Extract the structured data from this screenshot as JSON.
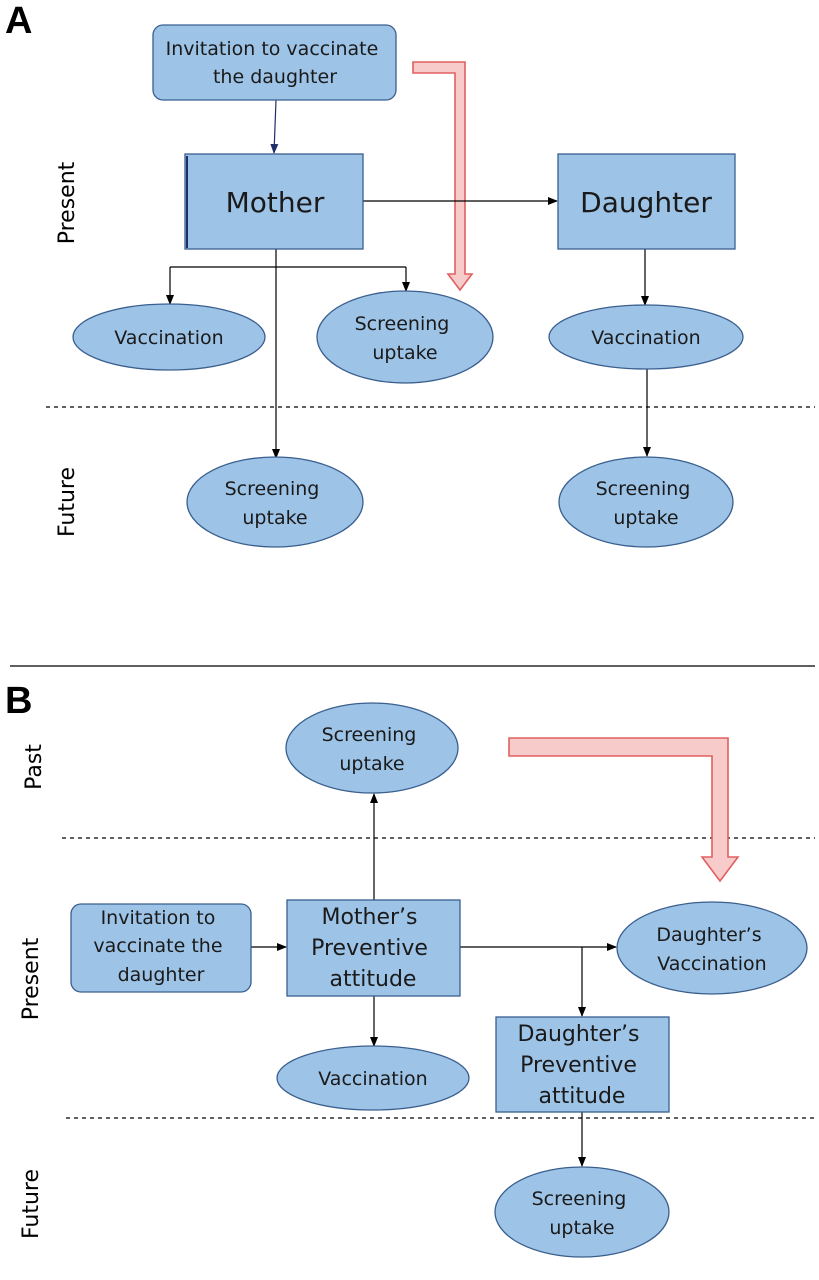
{
  "panel_a": {
    "label": "A",
    "time_labels": {
      "present": "Present",
      "future": "Future"
    },
    "invitation": [
      "Invitation to vaccinate",
      "the daughter"
    ],
    "mother": "Mother",
    "daughter": "Daughter",
    "mother_vaccination": "Vaccination",
    "mother_screening_present": [
      "Screening",
      "uptake"
    ],
    "mother_screening_future": [
      "Screening",
      "uptake"
    ],
    "daughter_vaccination": "Vaccination",
    "daughter_screening_future": [
      "Screening",
      "uptake"
    ]
  },
  "panel_b": {
    "label": "B",
    "time_labels": {
      "past": "Past",
      "present": "Present",
      "future": "Future"
    },
    "screening_past": [
      "Screening",
      "uptake"
    ],
    "invitation": [
      "Invitation to",
      "vaccinate the",
      "daughter"
    ],
    "mother_attitude": [
      "Mother’s",
      "Preventive",
      "attitude"
    ],
    "daughter_vaccination": [
      "Daughter’s",
      "Vaccination"
    ],
    "mother_vaccination": "Vaccination",
    "daughter_attitude": [
      "Daughter’s",
      "Preventive",
      "attitude"
    ],
    "screening_future": [
      "Screening",
      "uptake"
    ]
  }
}
